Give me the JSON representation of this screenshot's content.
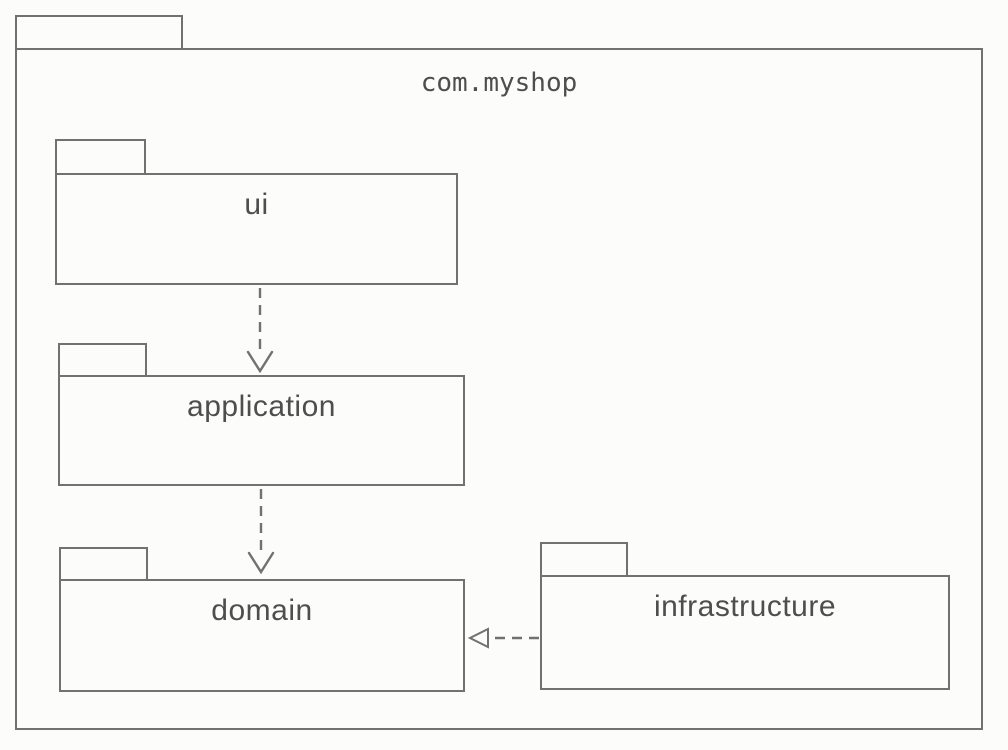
{
  "diagram": {
    "kind": "uml-package-diagram",
    "root_package": {
      "label": "com.myshop"
    },
    "packages": [
      {
        "id": "ui",
        "label": "ui"
      },
      {
        "id": "application",
        "label": "application"
      },
      {
        "id": "domain",
        "label": "domain"
      },
      {
        "id": "infrastructure",
        "label": "infrastructure"
      }
    ],
    "relations": [
      {
        "from": "ui",
        "to": "application",
        "type": "dependency",
        "line": "dashed",
        "head": "open-v"
      },
      {
        "from": "application",
        "to": "domain",
        "type": "dependency",
        "line": "dashed",
        "head": "open-v"
      },
      {
        "from": "infrastructure",
        "to": "domain",
        "type": "realization",
        "line": "dashed",
        "head": "hollow-triangle"
      }
    ],
    "colors": {
      "line": "#717171",
      "text": "#4e4e4e",
      "background": "#fcfcfa"
    }
  }
}
